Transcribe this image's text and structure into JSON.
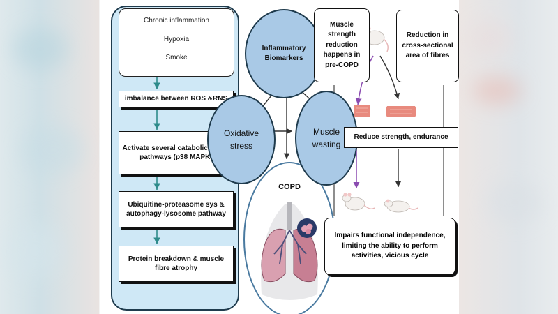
{
  "triggers": [
    "Chronic inflammation",
    "Hypoxia",
    "Smoke"
  ],
  "pathway": {
    "step1": "imbalance between ROS &RNS",
    "step2": "Activate several catabolic signal pathways (p38 MAPK)",
    "step3": "Ubiquitine-proteasome sys & autophagy-lysosome pathway",
    "step4": "Protein breakdown & muscle fibre atrophy"
  },
  "circles": {
    "biomarkers": "Inflammatory Biomarkers",
    "oxidative": "Oxidative stress",
    "wasting": "Muscle wasting",
    "copd": "COPD"
  },
  "notes": {
    "strength_pre_copd": "Muscle strength reduction happens in pre-COPD",
    "cross_section": "Reduction in cross-sectional area of fibres",
    "reduce_strength": "Reduce strength, endurance",
    "impairs": "Impairs functional independence, limiting the ability to perform activities, vicious cycle"
  },
  "icons": [
    "mouse-icon",
    "muscle-fibre-icon",
    "lungs-icon",
    "alveoli-icon"
  ],
  "colors": {
    "panel": "#cfe8f6",
    "circle": "#a9c9e6",
    "arrow_teal": "#2e8b8b",
    "arrow_purple": "#8a4bb0",
    "lung": "#d9a0b0"
  }
}
